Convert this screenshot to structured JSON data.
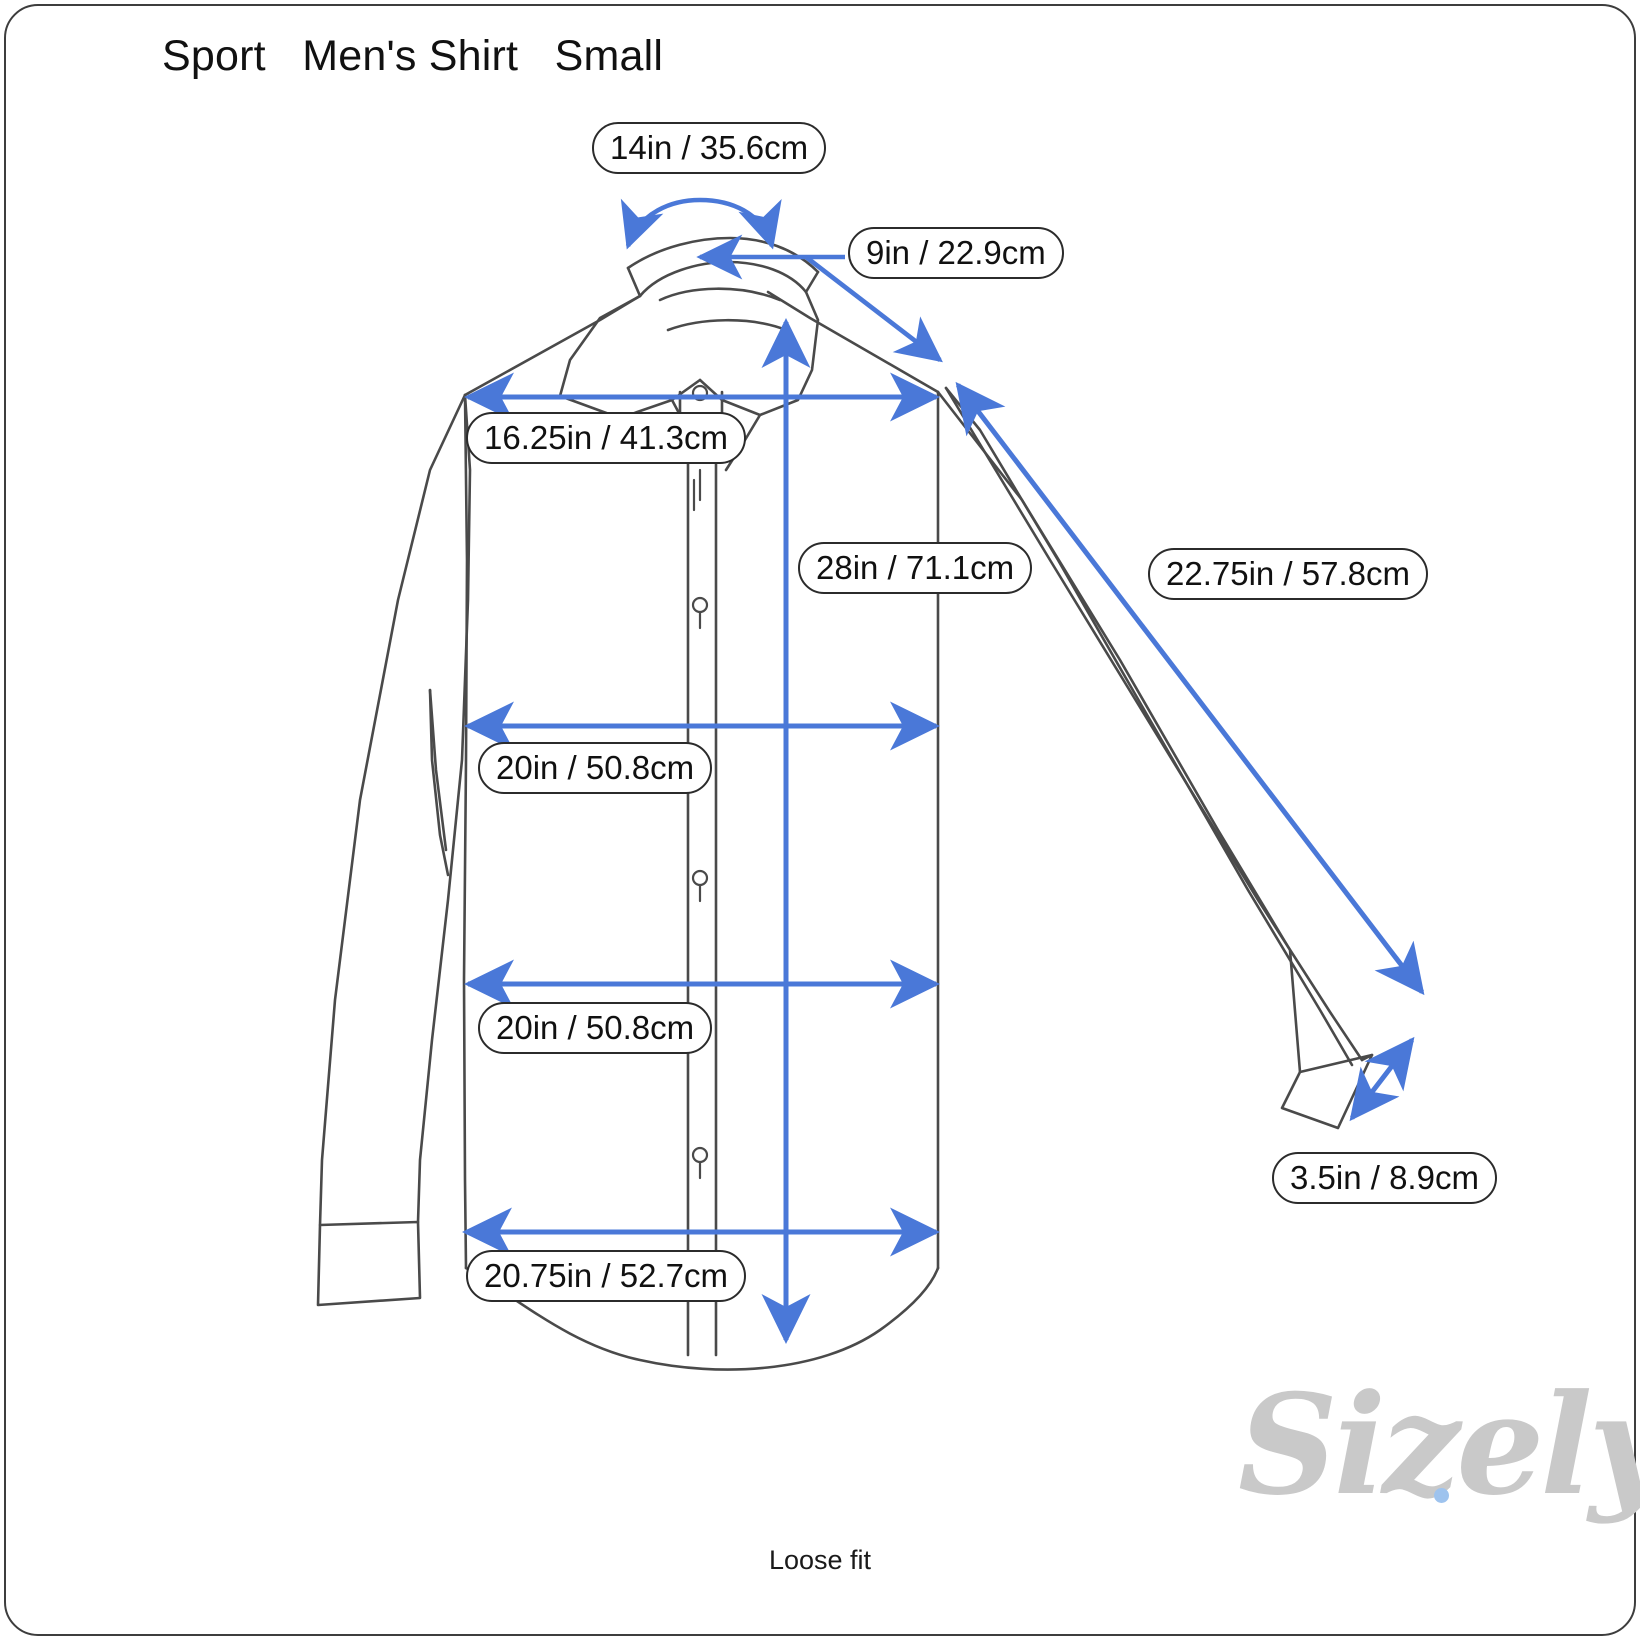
{
  "card": {
    "title": "Sport   Men's Shirt   Small",
    "fit_note": "Loose fit",
    "brand": "Sizely",
    "brand_text": "Size",
    "brand_text_2": "ly"
  },
  "colors": {
    "measure_blue": "#4a78d8",
    "garment_outline": "#4a4a4a",
    "label_border": "#2b2b2b",
    "card_border": "#3d3d3d",
    "logo_gray": "#c9c9c9",
    "logo_dot_blue": "#9ec3ee"
  },
  "measurements": [
    {
      "id": "neck",
      "name": "neck",
      "value": "14in / 35.6cm",
      "inches": 14,
      "cm": 35.6
    },
    {
      "id": "shoulder-to-shoulder-seam",
      "name": "sleeve-top",
      "value": "9in / 22.9cm",
      "inches": 9,
      "cm": 22.9
    },
    {
      "id": "shoulder",
      "name": "shoulder",
      "value": "16.25in / 41.3cm",
      "inches": 16.25,
      "cm": 41.3
    },
    {
      "id": "length",
      "name": "length",
      "value": "28in / 71.1cm",
      "inches": 28,
      "cm": 71.1
    },
    {
      "id": "sleeve",
      "name": "sleeve",
      "value": "22.75in / 57.8cm",
      "inches": 22.75,
      "cm": 57.8
    },
    {
      "id": "chest",
      "name": "chest",
      "value": "20in / 50.8cm",
      "inches": 20,
      "cm": 50.8
    },
    {
      "id": "waist",
      "name": "waist",
      "value": "20in / 50.8cm",
      "inches": 20,
      "cm": 50.8
    },
    {
      "id": "hem",
      "name": "hem",
      "value": "20.75in / 52.7cm",
      "inches": 20.75,
      "cm": 52.7
    },
    {
      "id": "cuff",
      "name": "cuff",
      "value": "3.5in / 8.9cm",
      "inches": 3.5,
      "cm": 8.9
    }
  ]
}
